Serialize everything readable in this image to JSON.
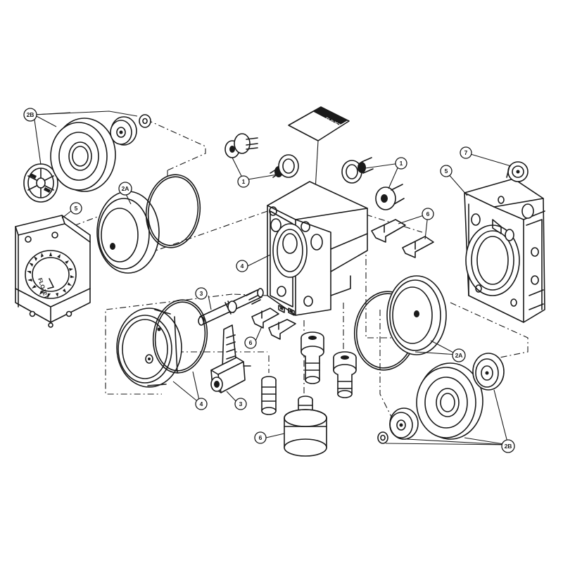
{
  "brand": {
    "tag_text": "FLOJET",
    "cover_text": "FLOJET"
  },
  "callouts": [
    {
      "id": "c-2b-top",
      "label": "2B"
    },
    {
      "id": "c-2a-top",
      "label": "2A"
    },
    {
      "id": "c-5-left",
      "label": "5"
    },
    {
      "id": "c-1-left",
      "label": "1"
    },
    {
      "id": "c-1-right",
      "label": "1"
    },
    {
      "id": "c-4-mid",
      "label": "4"
    },
    {
      "id": "c-3-top",
      "label": "3"
    },
    {
      "id": "c-6-clip",
      "label": "6"
    },
    {
      "id": "c-4-bottom",
      "label": "4"
    },
    {
      "id": "c-3-bottom",
      "label": "3"
    },
    {
      "id": "c-6-fitting",
      "label": "6"
    },
    {
      "id": "c-6-right",
      "label": "6"
    },
    {
      "id": "c-7",
      "label": "7"
    },
    {
      "id": "c-5-right",
      "label": "5"
    },
    {
      "id": "c-2a-right",
      "label": "2A"
    },
    {
      "id": "c-2b-bottom",
      "label": "2B"
    }
  ],
  "colors": {
    "ink": "#1a1a1a",
    "paper": "#ffffff"
  }
}
